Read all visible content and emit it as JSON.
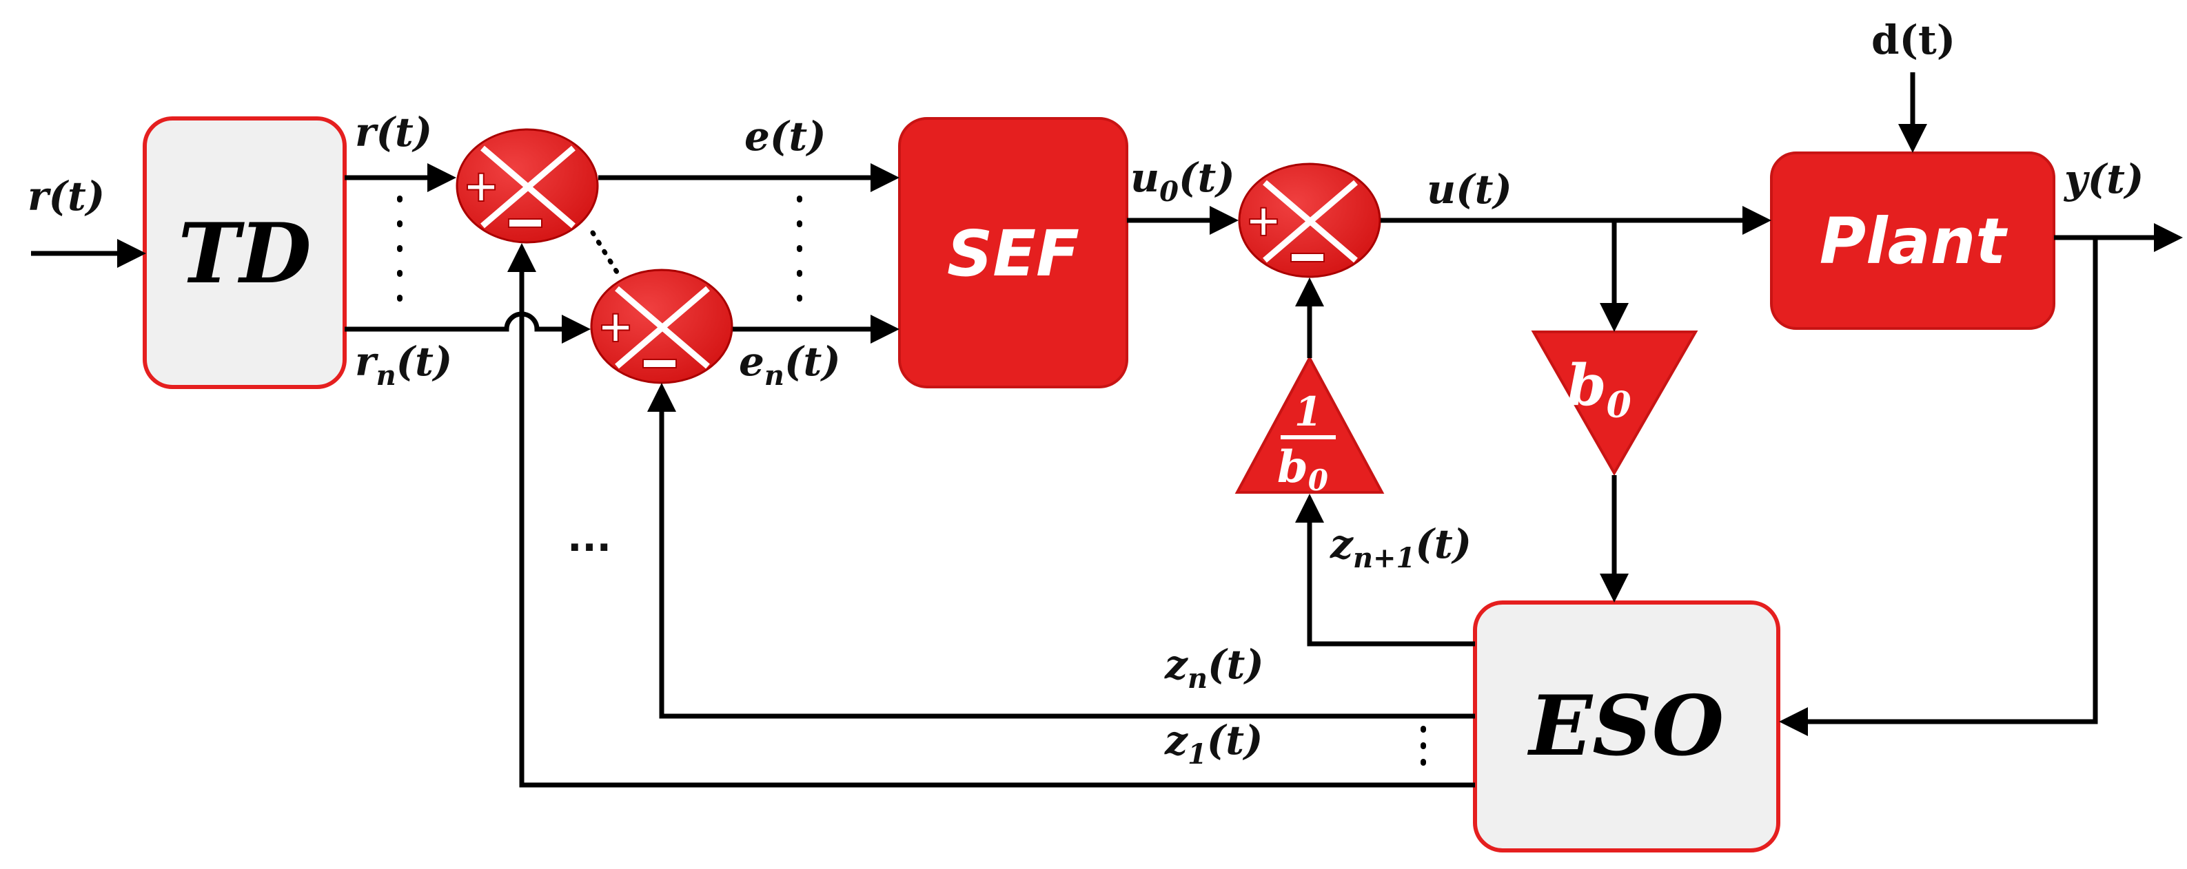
{
  "blocks": {
    "td": "TD",
    "sef": "SEF",
    "plant": "Plant",
    "eso": "ESO",
    "gain_b0": "b",
    "gain_b0_sub": "0",
    "inv_gain_num": "1",
    "inv_gain_den": "b",
    "inv_gain_den_sub": "0"
  },
  "signals": {
    "r_in": "r(t)",
    "r_out": "r(t)",
    "rn_base": "r",
    "rn_sub": "n",
    "rn_tail": "(t)",
    "e": "e(t)",
    "en_base": "e",
    "en_sub": "n",
    "en_tail": "(t)",
    "u0_base": "u",
    "u0_sub": "0",
    "u0_tail": "(t)",
    "u": "u(t)",
    "d": "d(t)",
    "y": "y(t)",
    "zn1_base": "z",
    "zn1_sub": "n+1",
    "zn1_tail": "(t)",
    "zn_base": "z",
    "zn_sub": "n",
    "zn_tail": "(t)",
    "z1_base": "z",
    "z1_sub": "1",
    "z1_tail": "(t)"
  },
  "ellipsis": "...",
  "colors": {
    "accent_red": "#e51f1f",
    "block_grey": "#f0f0f0",
    "wire": "#000000"
  }
}
